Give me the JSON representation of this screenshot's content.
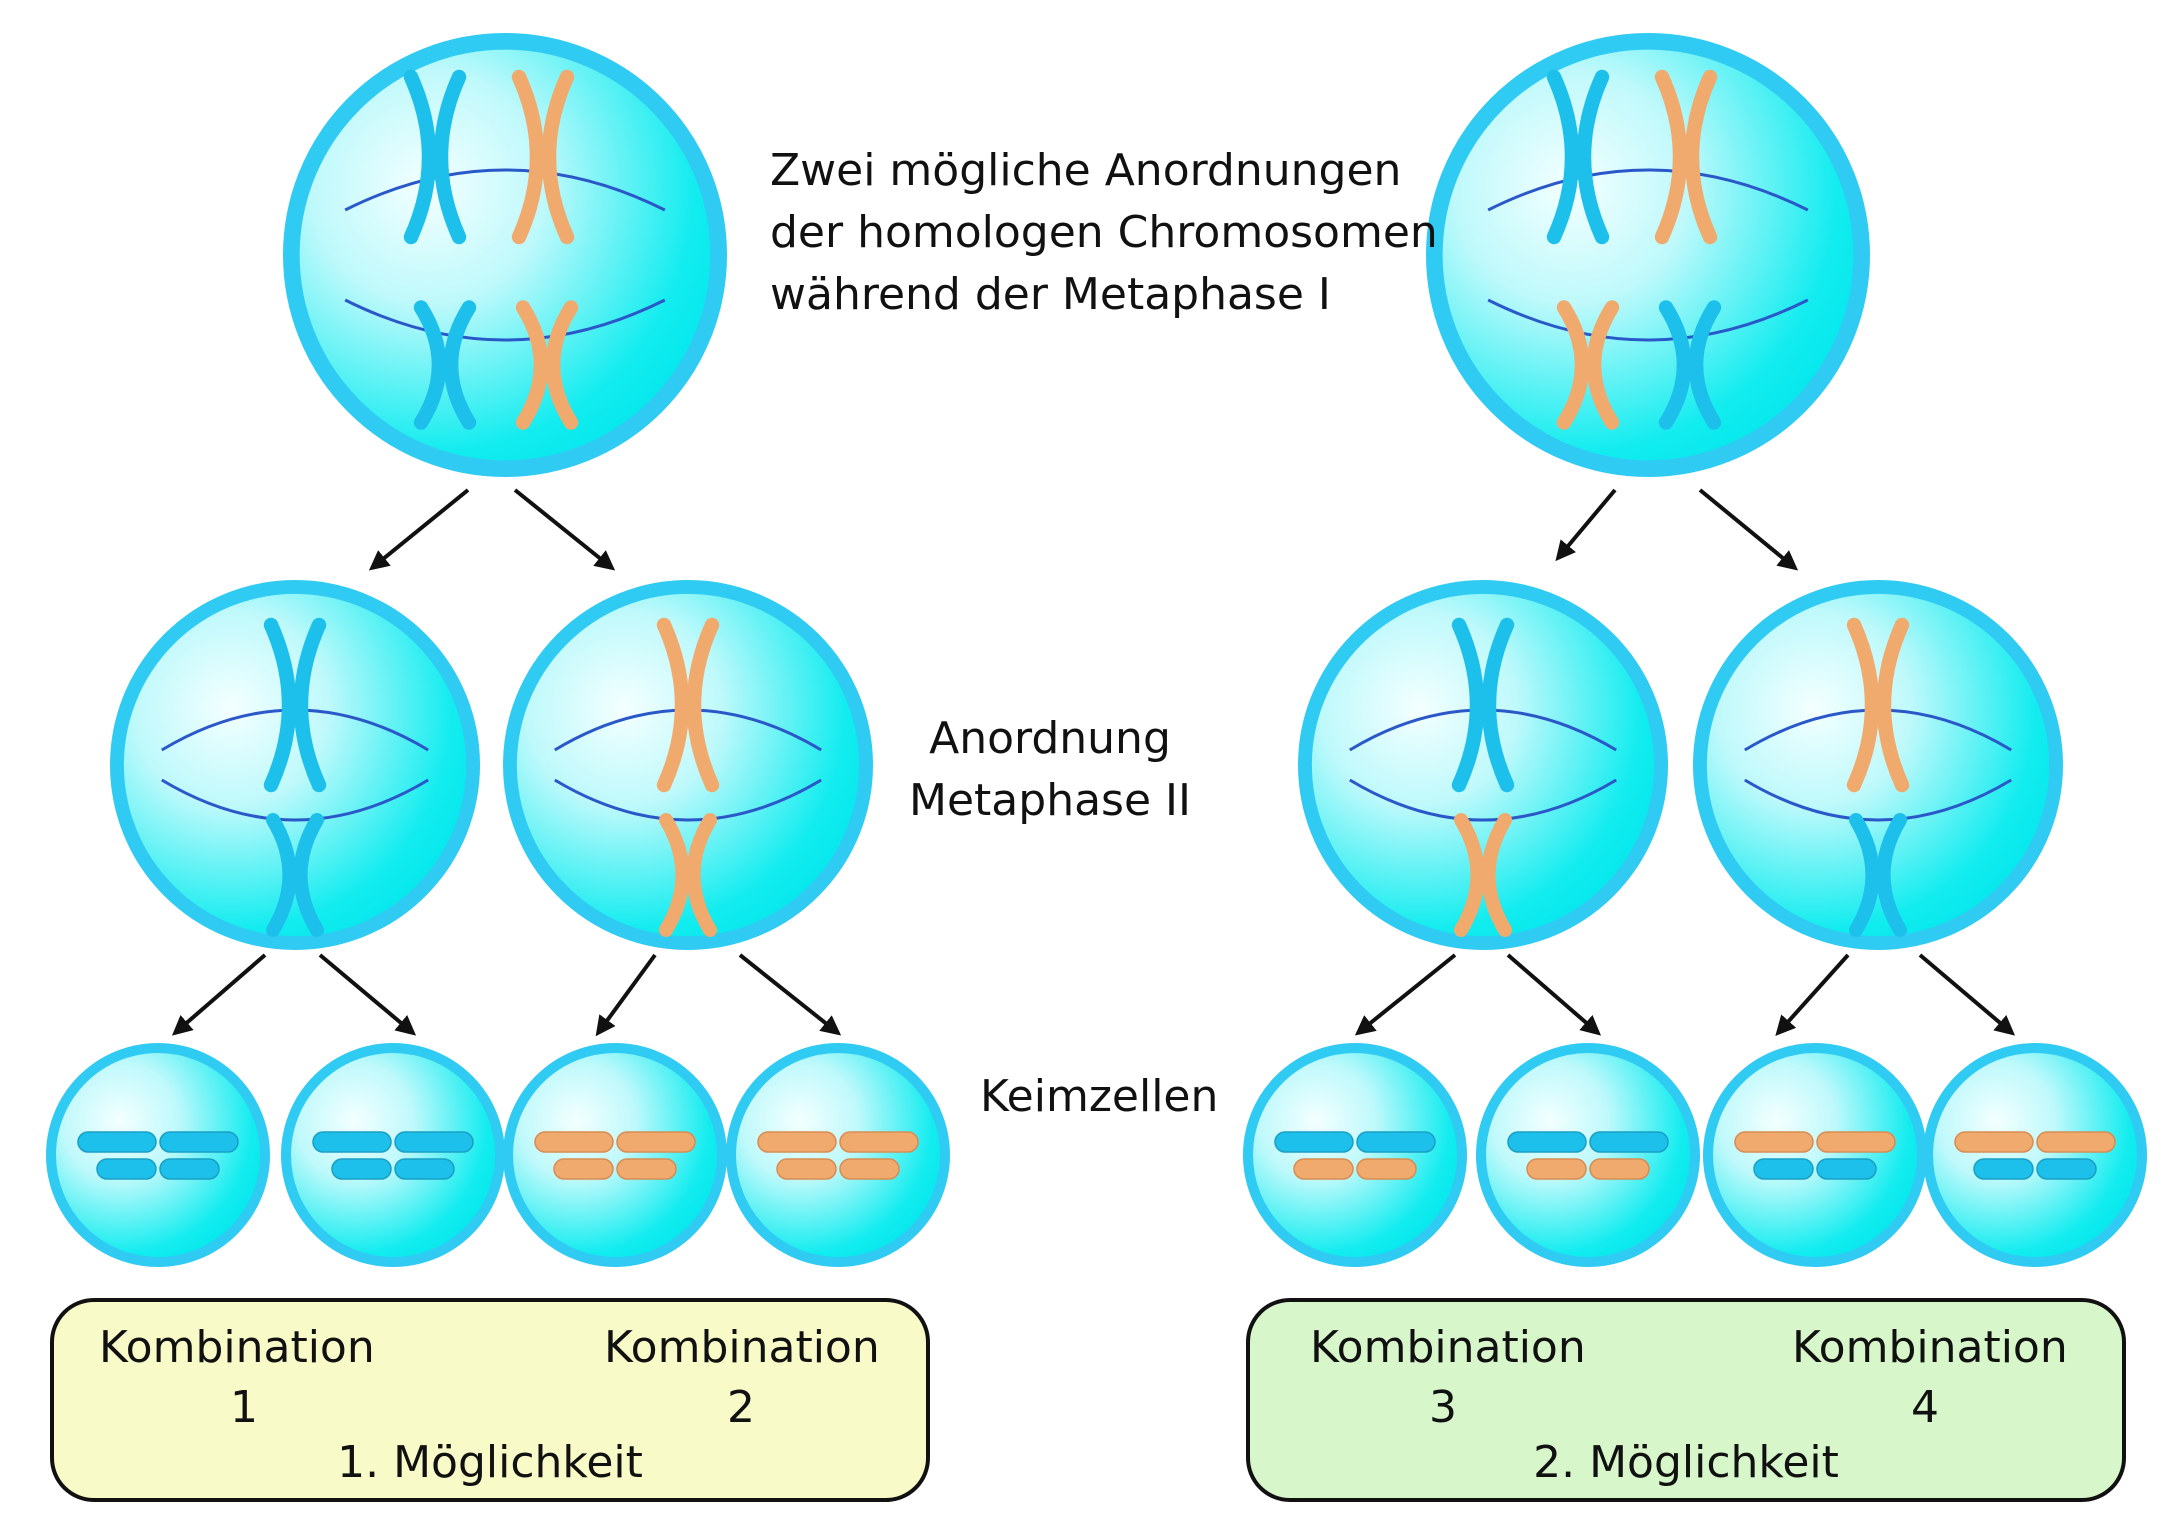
{
  "labels": {
    "metaphase1": [
      "Zwei mögliche Anordnungen",
      "der homologen Chromosomen",
      "während der Metaphase I"
    ],
    "metaphase2": [
      "Anordnung",
      "Metaphase II"
    ],
    "gametes": "Keimzellen"
  },
  "boxes": [
    {
      "color": "#f8fbc8",
      "kombination_label": "Kombination",
      "kombinations": [
        "1",
        "2"
      ],
      "caption": "1. Möglichkeit"
    },
    {
      "color": "#d7f7cb",
      "kombination_label": "Kombination",
      "kombinations": [
        "3",
        "4"
      ],
      "caption": "2. Möglichkeit"
    }
  ],
  "colors": {
    "cell_rim": "#2fcbf2",
    "cell_fill": "#00f0ef",
    "chromosome_blue": "#1cc0ea",
    "chromosome_orange": "#f1aa6d",
    "spindle": "#2a58c8",
    "arrow": "#111111"
  }
}
